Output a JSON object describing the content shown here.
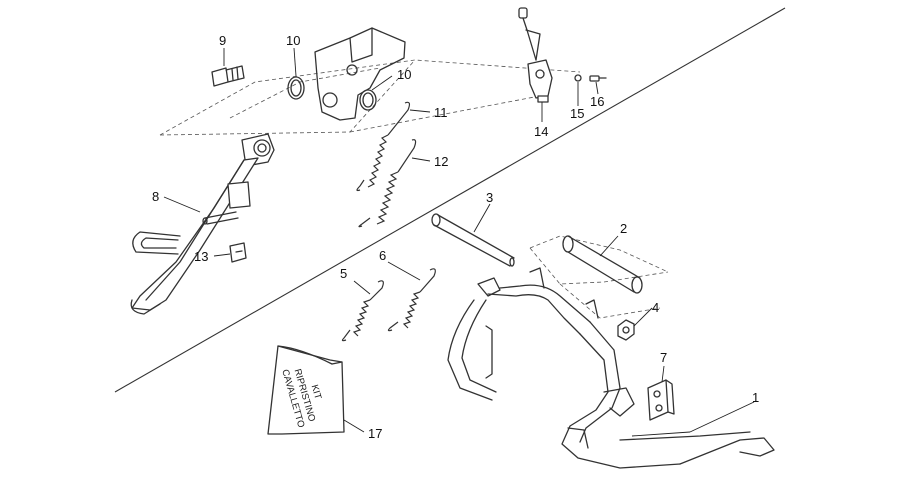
{
  "callouts": [
    {
      "id": "1",
      "label": "1"
    },
    {
      "id": "2",
      "label": "2"
    },
    {
      "id": "3",
      "label": "3"
    },
    {
      "id": "4",
      "label": "4"
    },
    {
      "id": "5",
      "label": "5"
    },
    {
      "id": "6",
      "label": "6"
    },
    {
      "id": "7",
      "label": "7"
    },
    {
      "id": "8",
      "label": "8"
    },
    {
      "id": "9",
      "label": "9"
    },
    {
      "id": "10a",
      "label": "10"
    },
    {
      "id": "10b",
      "label": "10"
    },
    {
      "id": "11",
      "label": "11"
    },
    {
      "id": "12",
      "label": "12"
    },
    {
      "id": "13",
      "label": "13"
    },
    {
      "id": "14",
      "label": "14"
    },
    {
      "id": "15",
      "label": "15"
    },
    {
      "id": "16",
      "label": "16"
    },
    {
      "id": "17",
      "label": "17"
    }
  ],
  "kit": {
    "line1": "KIT",
    "line2": "RIPRISTINO",
    "line3": "CAVALLETTO"
  }
}
